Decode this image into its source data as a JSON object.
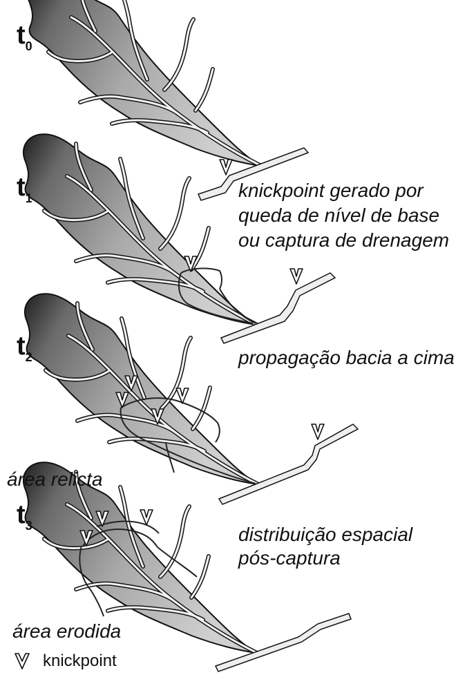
{
  "stages": [
    {
      "letter": "t",
      "index": "0"
    },
    {
      "letter": "t",
      "index": "1"
    },
    {
      "letter": "t",
      "index": "2"
    },
    {
      "letter": "t",
      "index": "3"
    }
  ],
  "captions": {
    "t1_line1": "knickpoint gerado por",
    "t1_line2": "queda de nível de base",
    "t1_line3": "ou captura de drenagem",
    "t2": "propagação bacia a cima",
    "t3_line1": "distribuição espacial",
    "t3_line2": "pós-captura"
  },
  "area_labels": {
    "relict": "área relicta",
    "eroded": "área erodida"
  },
  "legend": {
    "icon": "knickpoint-chevron-icon",
    "label": "knickpoint"
  },
  "colors": {
    "basin_dark": "#222222",
    "basin_light": "#c9c9c9",
    "channel": "#f2f2f2",
    "outline": "#111111"
  }
}
